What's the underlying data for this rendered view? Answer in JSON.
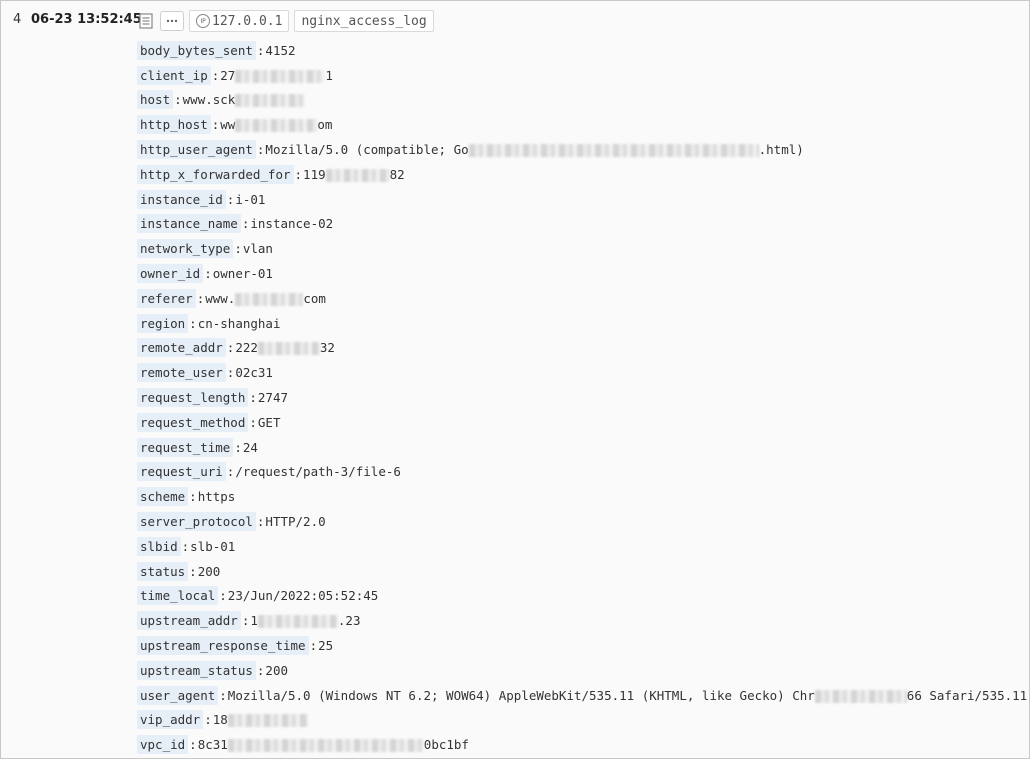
{
  "record": {
    "index": "4",
    "time": "06-23 13:52:45",
    "toolbar": {
      "doc_icon": "document-icon",
      "more_label": "···",
      "ip_badge_icon": "IP",
      "ip": "127.0.0.1",
      "topic": "nginx_access_log"
    }
  },
  "fields": [
    {
      "key": "body_bytes_sent",
      "sep": ":",
      "pre": "4152",
      "blur": 0,
      "post": ""
    },
    {
      "key": "client_ip",
      "sep": ":",
      "pre": "27",
      "blur": 90,
      "post": "1"
    },
    {
      "key": "host",
      "sep": ":",
      "pre": "www.sck",
      "blur": 70,
      "post": ""
    },
    {
      "key": "http_host",
      "sep": ":",
      "pre": "ww",
      "blur": 82,
      "post": "om"
    },
    {
      "key": "http_user_agent",
      "sep": ":",
      "pre": "Mozilla/5.0 (compatible; Go",
      "blur": 290,
      "post": ".html)"
    },
    {
      "key": "http_x_forwarded_for",
      "sep": ":",
      "pre": "119",
      "blur": 64,
      "post": "82"
    },
    {
      "key": "instance_id",
      "sep": ":",
      "pre": "i-01",
      "blur": 0,
      "post": ""
    },
    {
      "key": "instance_name",
      "sep": ":",
      "pre": "instance-02",
      "blur": 0,
      "post": ""
    },
    {
      "key": "network_type",
      "sep": ":",
      "pre": "vlan",
      "blur": 0,
      "post": ""
    },
    {
      "key": "owner_id",
      "sep": ":",
      "pre": "owner-01",
      "blur": 0,
      "post": ""
    },
    {
      "key": "referer",
      "sep": ":",
      "pre": "www.",
      "blur": 68,
      "post": "com"
    },
    {
      "key": "region",
      "sep": ":",
      "pre": "cn-shanghai",
      "blur": 0,
      "post": ""
    },
    {
      "key": "remote_addr",
      "sep": ":",
      "pre": "222",
      "blur": 62,
      "post": "32"
    },
    {
      "key": "remote_user",
      "sep": ":",
      "pre": "02c31",
      "blur": 0,
      "post": ""
    },
    {
      "key": "request_length",
      "sep": ":",
      "pre": "2747",
      "blur": 0,
      "post": ""
    },
    {
      "key": "request_method",
      "sep": ":",
      "pre": "GET",
      "blur": 0,
      "post": ""
    },
    {
      "key": "request_time",
      "sep": ":",
      "pre": "24",
      "blur": 0,
      "post": ""
    },
    {
      "key": "request_uri",
      "sep": ":",
      "pre": "/request/path-3/file-6",
      "blur": 0,
      "post": ""
    },
    {
      "key": "scheme",
      "sep": ":",
      "pre": "https",
      "blur": 0,
      "post": ""
    },
    {
      "key": "server_protocol",
      "sep": ":",
      "pre": "HTTP/2.0",
      "blur": 0,
      "post": ""
    },
    {
      "key": "slbid",
      "sep": ":",
      "pre": "slb-01",
      "blur": 0,
      "post": ""
    },
    {
      "key": "status",
      "sep": ":",
      "pre": "200",
      "blur": 0,
      "post": ""
    },
    {
      "key": "time_local",
      "sep": ":",
      "pre": "23/Jun/2022:05:52:45",
      "blur": 0,
      "post": ""
    },
    {
      "key": "upstream_addr",
      "sep": ":",
      "pre": "1",
      "blur": 80,
      "post": ".23"
    },
    {
      "key": "upstream_response_time",
      "sep": ":",
      "pre": "25",
      "blur": 0,
      "post": ""
    },
    {
      "key": "upstream_status",
      "sep": ":",
      "pre": "200",
      "blur": 0,
      "post": ""
    },
    {
      "key": "user_agent",
      "sep": ":",
      "pre": "Mozilla/5.0 (Windows NT 6.2; WOW64) AppleWebKit/535.11 (KHTML, like Gecko) Chr",
      "blur": 92,
      "post": "66 Safari/535.11"
    },
    {
      "key": "vip_addr",
      "sep": ":",
      "pre": "18",
      "blur": 80,
      "post": ""
    },
    {
      "key": "vpc_id",
      "sep": ":",
      "pre": "8c31",
      "blur": 196,
      "post": "0bc1bf"
    }
  ]
}
